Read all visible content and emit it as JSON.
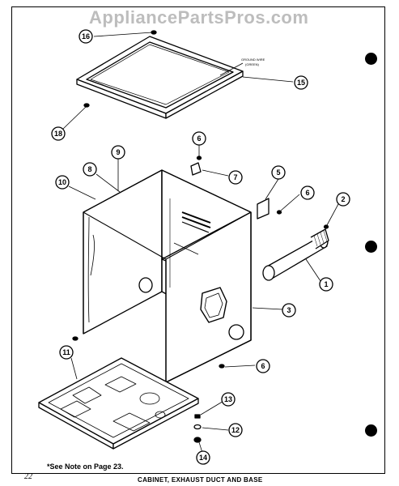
{
  "watermark": "AppliancePartsPros.com",
  "page_number": "22",
  "note": "*See Note on Page 23.",
  "caption": "CABINET, EXHAUST DUCT AND BASE",
  "ground_wire_label": [
    "GROUND WIRE",
    "(GREEN)"
  ],
  "callouts": [
    "16",
    "15",
    "18",
    "6",
    "9",
    "8",
    "7",
    "5",
    "6",
    "2",
    "10",
    "1",
    "3",
    "11",
    "6",
    "13",
    "12",
    "14"
  ],
  "binder_holes": 3
}
